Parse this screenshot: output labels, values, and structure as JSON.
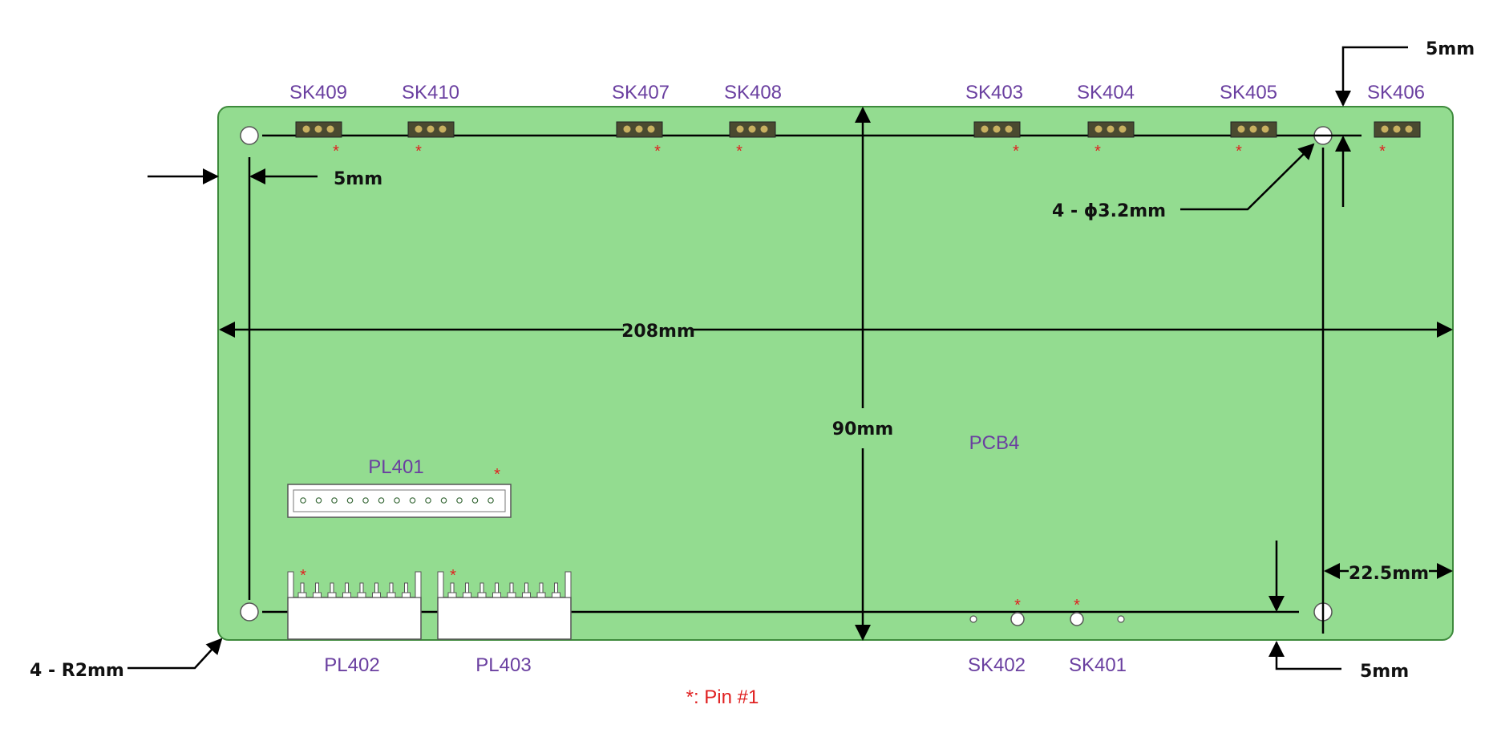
{
  "board": {
    "name": "PCB4",
    "fill": "#93dc90",
    "stroke": "#3e8a3c"
  },
  "components": {
    "SK409": "SK409",
    "SK410": "SK410",
    "SK407": "SK407",
    "SK408": "SK408",
    "SK403": "SK403",
    "SK404": "SK404",
    "SK405": "SK405",
    "SK406": "SK406",
    "PL401": "PL401",
    "PL402": "PL402",
    "PL403": "PL403",
    "SK402": "SK402",
    "SK401": "SK401"
  },
  "dimensions": {
    "width": "208mm",
    "height": "90mm",
    "hole_offset_left": "5mm",
    "hole_offset_top": "5mm",
    "hole_offset_bottom": "5mm",
    "right_margin": "22.5mm",
    "hole_diameter": "4 - ϕ3.2mm",
    "corner_radius": "4 - R2mm"
  },
  "pin_mark": "*",
  "legend": "*: Pin #1",
  "colors": {
    "component_label": "#6a3fa0",
    "pin_mark": "#e02020",
    "dimension": "#000000"
  }
}
